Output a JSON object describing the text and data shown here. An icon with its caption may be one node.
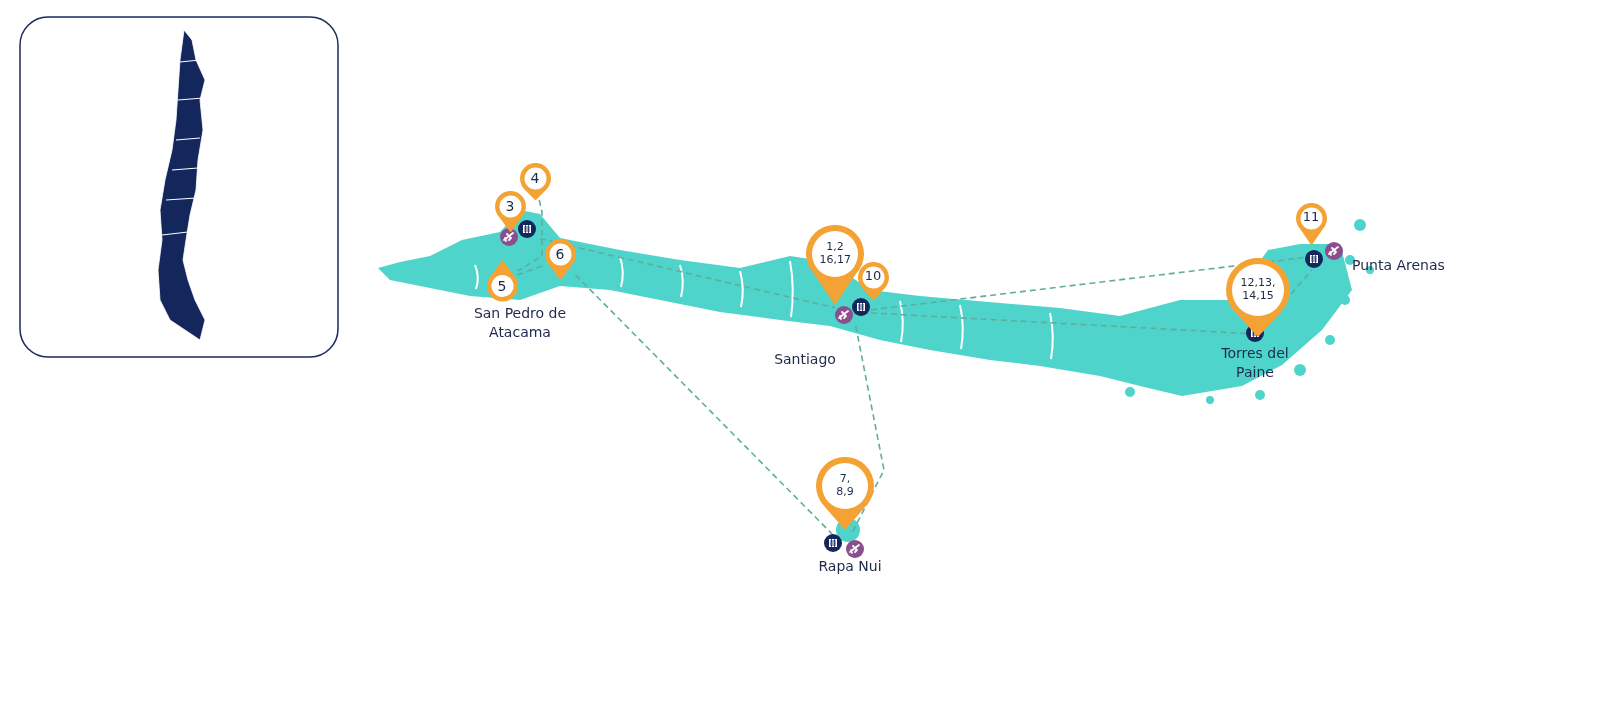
{
  "diagram": {
    "nodes": [
      {
        "text": [],
        "shape": "picture"
      },
      {
        "text": [],
        "shape": "picture",
        "beside": [
          "Santiago"
        ]
      },
      {
        "text": [],
        "shape": "picture",
        "beside": [
          "Rapa Nui"
        ]
      },
      {
        "text": [],
        "shape": "picture",
        "beside": [
          "Torres del Paine"
        ]
      },
      {
        "text": [],
        "shape": "picture",
        "beside": [
          "Punta Arenas"
        ]
      },
      {
        "text": [
          "3"
        ]
      },
      {
        "text": [
          "4"
        ]
      },
      {
        "text": [
          "5"
        ]
      },
      {
        "text": [
          "6"
        ]
      },
      {
        "text": [
          "1,2 16,17"
        ]
      },
      {
        "text": [
          "10"
        ]
      },
      {
        "text": [
          "11"
        ]
      },
      {
        "text": [
          "12,13, 14,15"
        ]
      },
      {
        "text": [
          "7, 8,9"
        ]
      }
    ],
    "edges": [
      {
        "from": 6,
        "to": 7,
        "arrow": "none",
        "style": "dashed"
      },
      {
        "from": 7,
        "to": 8,
        "arrow": "none",
        "style": "dashed"
      },
      {
        "from": 8,
        "to": 2,
        "arrow": "none",
        "style": "dashed"
      },
      {
        "from": 0,
        "to": 1,
        "arrow": "none",
        "style": "dashed"
      },
      {
        "from": 1,
        "to": 2,
        "arrow": "none",
        "style": "dashed"
      },
      {
        "from": 1,
        "to": 4,
        "arrow": "none",
        "style": "dashed"
      },
      {
        "from": 1,
        "to": 3,
        "arrow": "none",
        "style": "dashed"
      },
      {
        "from": 3,
        "to": 4,
        "arrow": "none",
        "style": "dashed"
      }
    ],
    "labels": [
      "San Pedro de Atacama"
    ]
  }
}
